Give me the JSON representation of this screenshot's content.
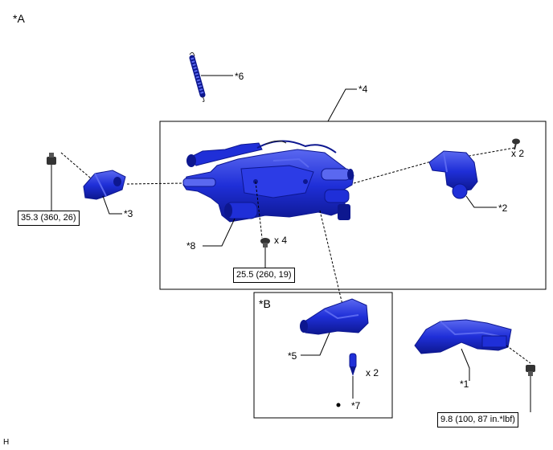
{
  "view_label": "*A",
  "sub_view_label": "*B",
  "callouts": {
    "c1": "*1",
    "c2": "*2",
    "c3": "*3",
    "c4": "*4",
    "c5": "*5",
    "c6": "*6",
    "c7": "*7",
    "c8": "*8"
  },
  "quantities": {
    "q_screw_right": "x 2",
    "q_clip_center": "x 4",
    "q_pin_sub": "x 2"
  },
  "torques": {
    "t_left_bolt": "35.3 (360, 26)",
    "t_center_bolt": "25.5 (260, 19)",
    "t_right_bolt": "9.8 (100, 87 in.*lbf)"
  },
  "footer_code": "H",
  "colors": {
    "part_fill": "#1f2fd8",
    "part_dark": "#0d178f",
    "part_light": "#5a68f0",
    "line": "#000000"
  }
}
